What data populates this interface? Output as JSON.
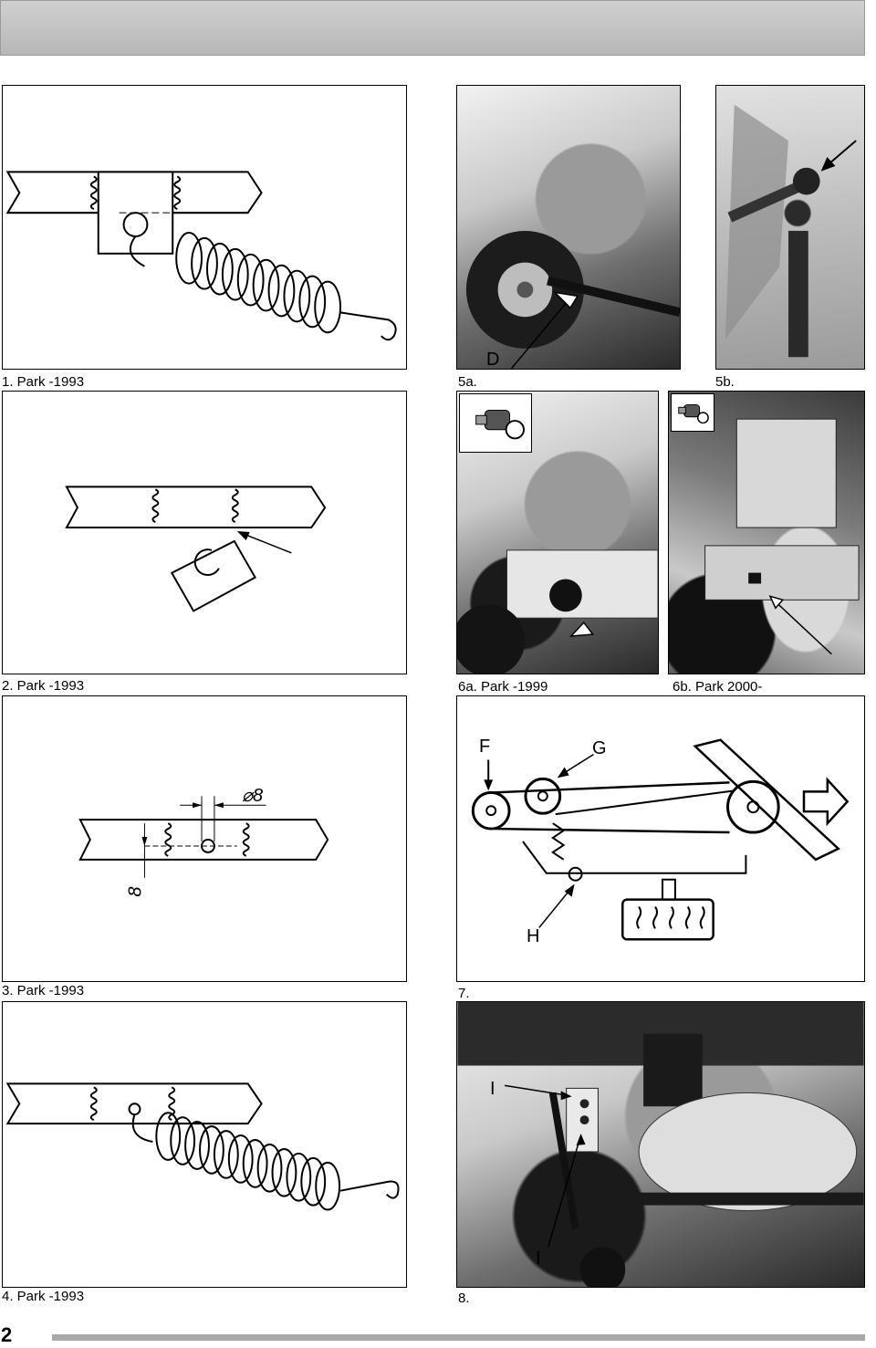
{
  "figures": [
    {
      "id": "1",
      "caption": "1. Park -1993"
    },
    {
      "id": "5a",
      "caption": "5a.",
      "callout": "D"
    },
    {
      "id": "5b",
      "caption": "5b."
    },
    {
      "id": "2",
      "caption": "2. Park -1993"
    },
    {
      "id": "6a",
      "caption": "6a. Park -1999"
    },
    {
      "id": "6b",
      "caption": "6b. Park 2000-"
    },
    {
      "id": "3",
      "caption": "3. Park -1993",
      "dimension_hole": "⌀8",
      "dimension_offset": "8"
    },
    {
      "id": "7",
      "caption": "7.",
      "callouts": [
        "F",
        "G",
        "H"
      ]
    },
    {
      "id": "4",
      "caption": "4. Park -1993"
    },
    {
      "id": "8",
      "caption": "8.",
      "callouts": [
        "I",
        "I"
      ]
    }
  ],
  "page_number": "2"
}
